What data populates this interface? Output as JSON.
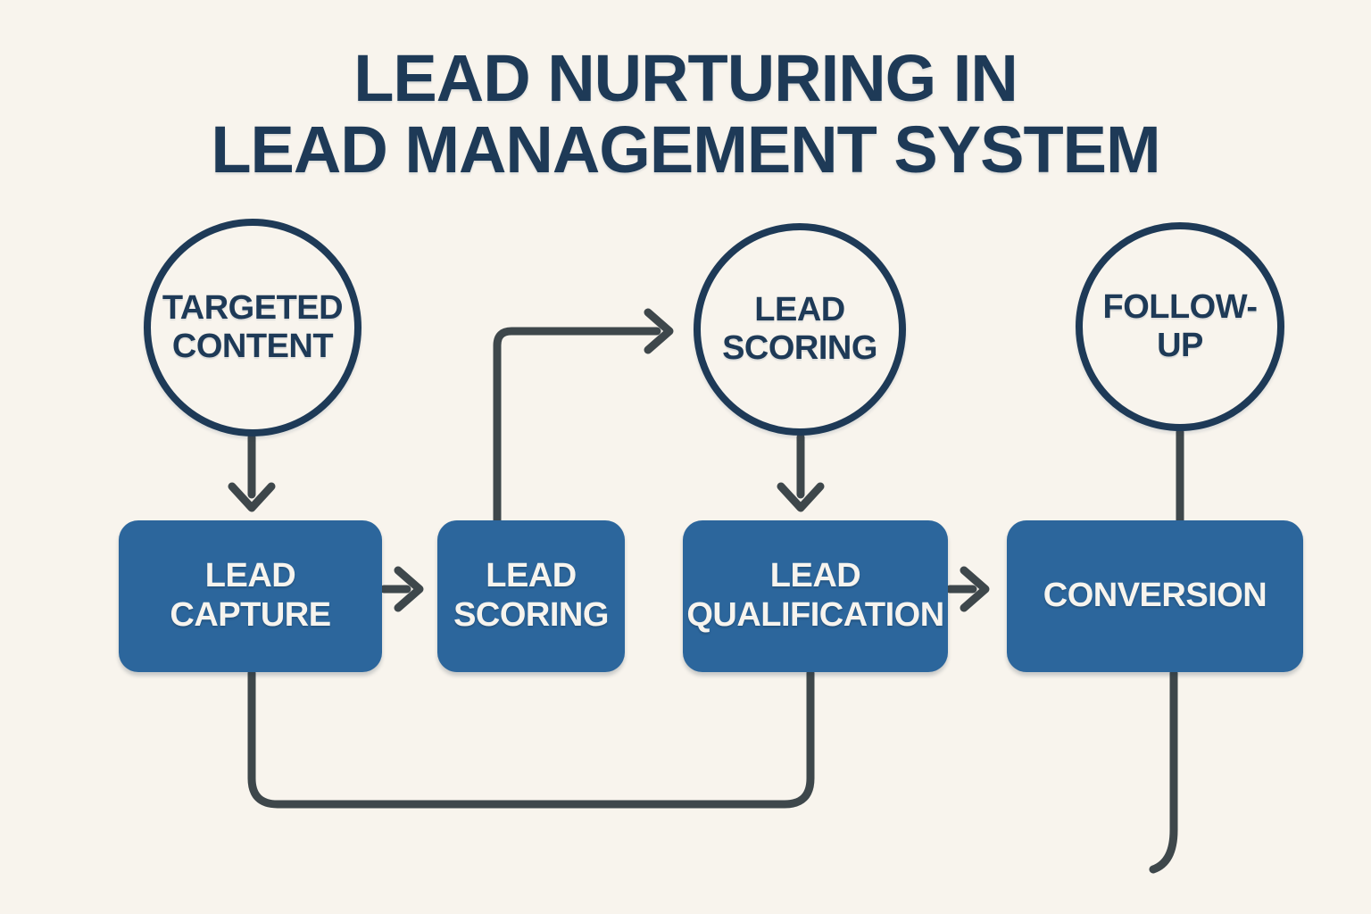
{
  "title": {
    "line1": "LEAD NURTURING IN",
    "line2": "LEAD MANAGEMENT SYSTEM"
  },
  "circles": [
    {
      "id": "targeted-content",
      "line1": "TARGETED",
      "line2": "CONTENT"
    },
    {
      "id": "lead-scoring-circle",
      "line1": "LEAD",
      "line2": "SCORING"
    },
    {
      "id": "follow-up",
      "line1": "FOLLOW-",
      "line2": "UP"
    }
  ],
  "boxes": [
    {
      "id": "lead-capture",
      "line1": "LEAD",
      "line2": "CAPTURE"
    },
    {
      "id": "lead-scoring-box",
      "line1": "LEAD",
      "line2": "SCORING"
    },
    {
      "id": "lead-qualification",
      "line1": "LEAD",
      "line2": "QUALIFICATION"
    },
    {
      "id": "conversion",
      "line1": "CONVERSION",
      "line2": ""
    }
  ],
  "connections": [
    {
      "from": "targeted-content",
      "to": "lead-capture",
      "type": "arrow"
    },
    {
      "from": "lead-capture",
      "to": "lead-scoring-box",
      "type": "arrow"
    },
    {
      "from": "lead-scoring-box",
      "to": "lead-scoring-circle",
      "type": "elbow-arrow"
    },
    {
      "from": "lead-scoring-circle",
      "to": "lead-qualification",
      "type": "arrow"
    },
    {
      "from": "lead-qualification",
      "to": "conversion",
      "type": "arrow"
    },
    {
      "from": "follow-up",
      "to": "conversion",
      "type": "line"
    },
    {
      "from": "lead-capture",
      "to": "lead-qualification",
      "type": "bottom-loop-line"
    },
    {
      "from": "conversion",
      "to": "",
      "type": "dangling-tail-line"
    }
  ],
  "colors": {
    "background": "#f8f4ed",
    "navy": "#1e3a57",
    "box_blue": "#2c669c",
    "box_text": "#f7f4ee",
    "connector_gray": "#3e474b"
  }
}
